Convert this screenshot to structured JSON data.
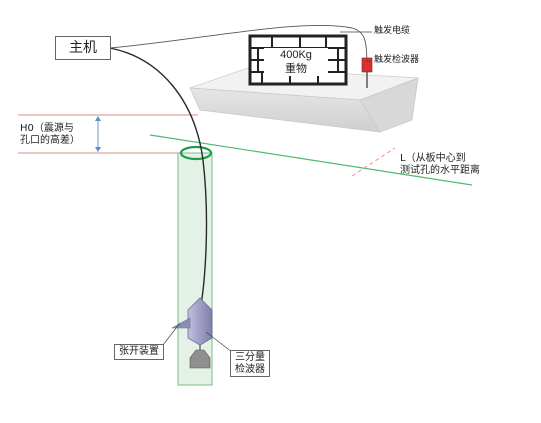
{
  "labels": {
    "host": "主机",
    "trigger_cable": "触发电缆",
    "trigger_sensor": "触发检波器",
    "weight_line1": "400Kg",
    "weight_line2": "重物",
    "h0_line1": "H0（震源与",
    "h0_line2": "孔口的高差）",
    "l_line1": "L（从板中心到",
    "l_line2": "测试孔的水平距离",
    "clamp": "张开装置",
    "tri_line1": "三分量",
    "tri_line2": "检波器"
  },
  "colors": {
    "borehole_fill": "#e3f1e6",
    "borehole_edge": "#8cc79a",
    "ground_line": "#4fb974",
    "ring": "#1d9a4a",
    "dim_line": "#e38a8a",
    "sensor_red": "#d63030",
    "probe": "#a8a7c8",
    "slab_top": "#f1f1f1",
    "slab_front": "#dcdcdc"
  }
}
